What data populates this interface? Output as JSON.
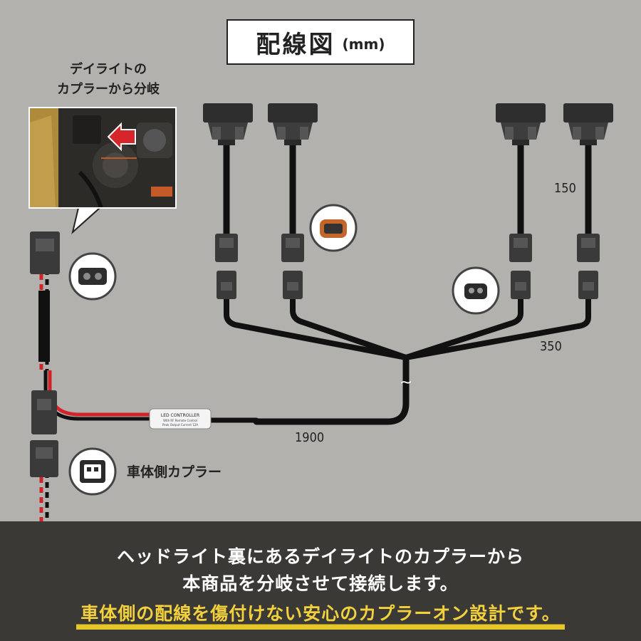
{
  "title": {
    "main": "配線図",
    "unit": "(mm)"
  },
  "photo_caption": {
    "line1": "デイライトの",
    "line2": "カプラーから分岐"
  },
  "dimensions": {
    "top": "150",
    "right": "350",
    "main": "1900"
  },
  "wave_symbol": "~",
  "controller_label": {
    "line1": "LED CONTROLLER",
    "line2": "With RF Remote Control",
    "line3": "Peak Output Current 12A"
  },
  "vehicle_coupler_label": "車体側カプラー",
  "bottom_text": {
    "line1": "ヘッドライト裏にあるデイライトのカプラーから",
    "line2": "本商品を分岐させて接続します。",
    "line3": "車体側の配線を傷付けない安心のカプラーオン設計です。"
  },
  "colors": {
    "background": "#b3b1ad",
    "cable": "#111111",
    "wire_red": "#d2232a",
    "band": "#3b3936",
    "highlight": "#f2d13c",
    "arrow": "#d7262b"
  }
}
